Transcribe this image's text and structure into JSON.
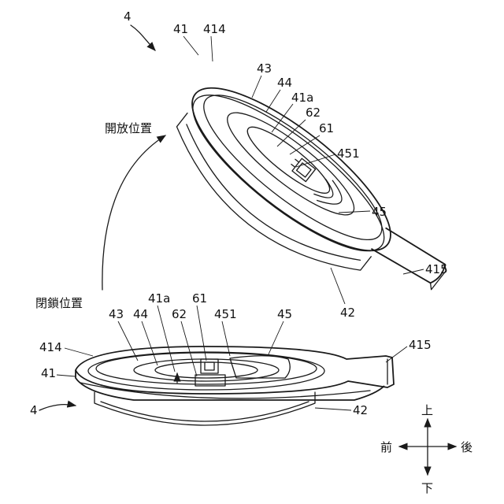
{
  "figure": {
    "captions": {
      "open_position": "開放位置",
      "closed_position": "閉鎖位置"
    },
    "directions": {
      "up": "上",
      "down": "下",
      "front": "前",
      "rear": "後"
    },
    "open_labels": {
      "lid_4": "4",
      "n41": "41",
      "n414": "414",
      "n43": "43",
      "n44": "44",
      "n41a": "41a",
      "n62": "62",
      "n61": "61",
      "n451": "451",
      "n45": "45",
      "n415": "415",
      "n42": "42"
    },
    "closed_labels": {
      "n41a": "41a",
      "n61": "61",
      "n43": "43",
      "n44": "44",
      "n62": "62",
      "n451": "451",
      "n45": "45",
      "n414": "414",
      "n415": "415",
      "n41": "41",
      "lid_4": "4",
      "n42": "42"
    }
  }
}
